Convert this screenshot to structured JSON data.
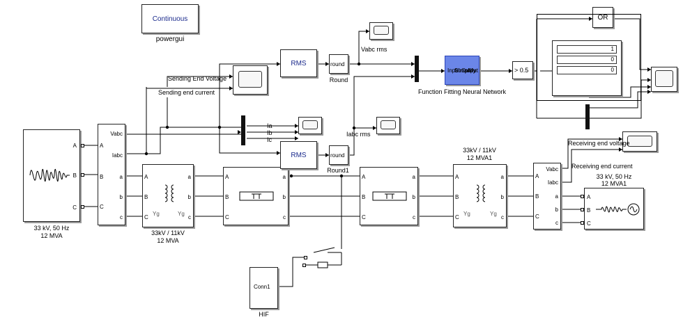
{
  "powergui": {
    "mode": "Continuous",
    "name": "powergui"
  },
  "source_left": {
    "label_line1": "33 kV, 50 Hz",
    "label_line2": "12 MVA",
    "ports": [
      "A",
      "B",
      "C"
    ]
  },
  "vi_meas_left": {
    "ports_in": [
      "A",
      "B",
      "C"
    ],
    "ports_out": [
      "a",
      "b",
      "c"
    ],
    "out_v": "Vabc",
    "out_i": "Iabc"
  },
  "transformer_left": {
    "label_line1": "33kV / 11kV",
    "label_line2": "12 MVA",
    "ports_in": [
      "A",
      "B",
      "C"
    ],
    "ports_out": [
      "a",
      "b",
      "c"
    ],
    "winding1": "Yg",
    "winding2": "Yg"
  },
  "pi_line_1": {
    "ports_in": [
      "A",
      "B",
      "C"
    ],
    "ports_out": [
      "a",
      "b",
      "c"
    ]
  },
  "pi_line_2": {
    "ports_in": [
      "A",
      "B",
      "C"
    ],
    "ports_out": [
      "a",
      "b",
      "c"
    ]
  },
  "transformer_right": {
    "label_line1": "33kV / 11kV",
    "label_line2": "12 MVA1",
    "ports_in": [
      "A",
      "B",
      "C"
    ],
    "ports_out": [
      "a",
      "b",
      "c"
    ],
    "winding1": "Yg",
    "winding2": "Yg"
  },
  "vi_meas_right": {
    "ports_in": [
      "A",
      "B",
      "C"
    ],
    "ports_out": [
      "a",
      "b",
      "c"
    ],
    "out_v": "Vabc",
    "out_i": "Iabc"
  },
  "source_right": {
    "label_line1": "33 kV, 50 Hz",
    "label_line2": "12 MVA1",
    "ports": [
      "A",
      "B",
      "C"
    ]
  },
  "rms_top": {
    "label": "RMS"
  },
  "rms_bottom": {
    "label": "RMS"
  },
  "round_top": {
    "text": "round",
    "name": "Round"
  },
  "round_bottom": {
    "text": "round",
    "name": "Round1"
  },
  "scope_vabc_rms": {
    "name": "Vabc rms"
  },
  "scope_iabc_rms": {
    "name": "Iabc rms"
  },
  "scope_sending": {
    "signal1": "Sending End Voltage",
    "signal2": "Sending end current"
  },
  "scope_receiving": {
    "signal1": "Receiving end voltage",
    "signal2": "Receiving end current"
  },
  "demux_labels": {
    "a": "Ia",
    "b": "Ib",
    "c": "Ic"
  },
  "nn_block": {
    "text": "Input Output",
    "overlay": "Simplify",
    "name": "Function Fitting Neural Network"
  },
  "compare": {
    "label": "> 0.5"
  },
  "or_block": {
    "label": "OR"
  },
  "display": {
    "values": [
      "1",
      "0",
      "0"
    ]
  },
  "fault": {
    "conn": "Conn1",
    "name": "HIF"
  },
  "colors": {
    "nn_fill": "#6b86e8",
    "nn_border": "#2a43b8",
    "text_blue": "#1a2a8c",
    "wire": "#000000"
  }
}
